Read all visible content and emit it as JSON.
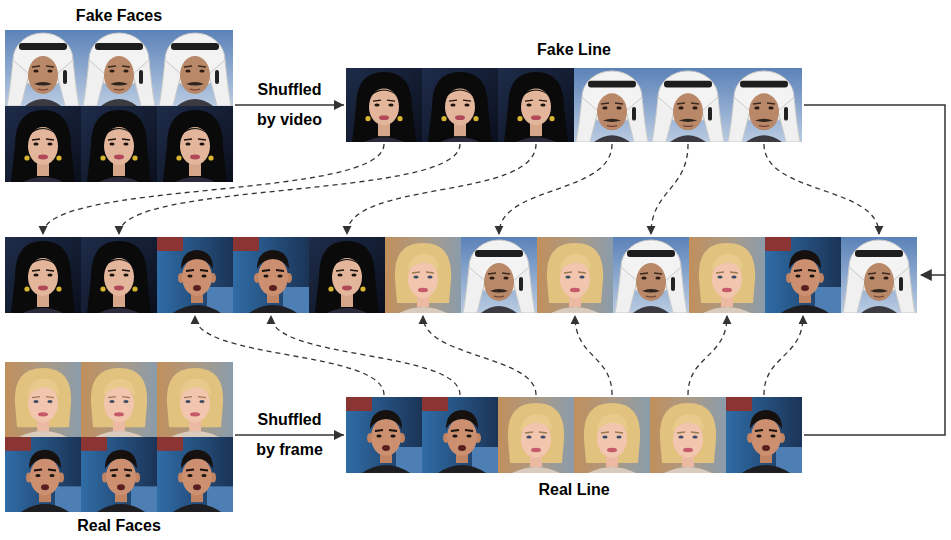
{
  "diagram": {
    "nodes": [
      {
        "text": [
          "Fake Faces"
        ]
      },
      {
        "text": [
          "Fake Line"
        ]
      },
      {
        "text": [
          "Real Faces"
        ]
      },
      {
        "text": [
          "Real Line"
        ]
      }
    ],
    "edges": [
      {
        "from": 0,
        "to": 1,
        "label": "Shuffled by video",
        "arrow": "to"
      },
      {
        "from": 2,
        "to": 3,
        "label": "Shuffled by frame",
        "arrow": "to"
      }
    ]
  }
}
